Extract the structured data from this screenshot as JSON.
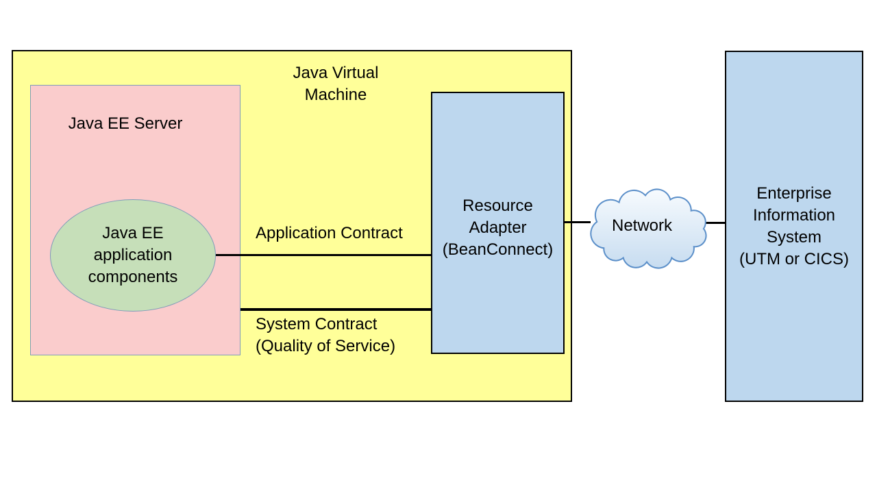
{
  "diagram": {
    "jvm": {
      "title": "Java Virtual\nMachine",
      "fill": "#FFFF99",
      "border": "#000000"
    },
    "java_ee_server": {
      "title": "Java EE Server",
      "fill": "#FACCCC",
      "border": "#7E9CB9"
    },
    "components": {
      "label": "Java EE\napplication\ncomponents",
      "fill": "#C6DFB9",
      "border": "#7E9CB9"
    },
    "resource_adapter": {
      "label": "Resource\nAdapter\n(BeanConnect)",
      "fill": "#BDD7EE",
      "border": "#000000"
    },
    "network": {
      "label": "Network",
      "fill_top": "#F7FBFE",
      "fill_bottom": "#C7DCF0",
      "border": "#5B8FC9"
    },
    "eis": {
      "label": "Enterprise\nInformation\nSystem\n(UTM or CICS)",
      "fill": "#BDD7EE",
      "border": "#000000"
    },
    "contracts": {
      "application": "Application Contract",
      "system": "System Contract\n(Quality of Service)",
      "line_color": "#000000"
    }
  }
}
